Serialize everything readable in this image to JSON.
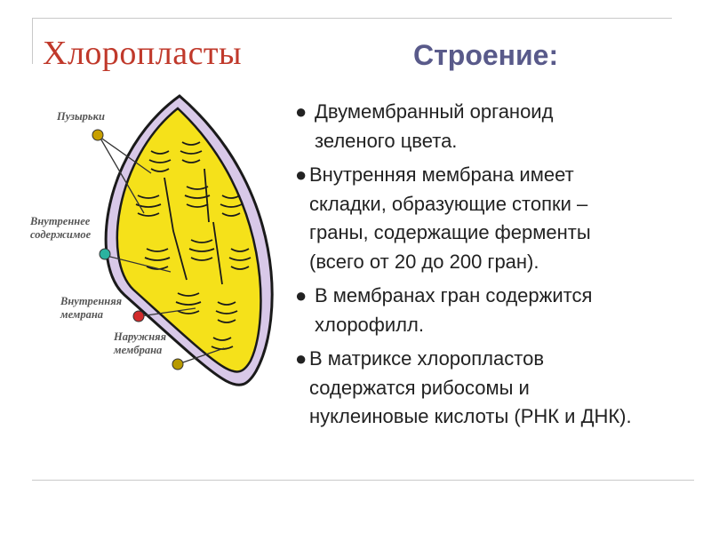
{
  "slide": {
    "title": "Хлоропласты",
    "subtitle": "Строение:"
  },
  "diagram": {
    "labels": {
      "vesicles": "Пузырьки",
      "inner_content_1": "Внутреннее",
      "inner_content_2": "содержимое",
      "inner_membrane_1": "Внутренняя",
      "inner_membrane_2": "мемрана",
      "outer_membrane_1": "Наружняя",
      "outer_membrane_2": "мембрана"
    },
    "colors": {
      "body": "#f5e11a",
      "outer_ring": "#d8c8e8",
      "stroke": "#1a1a1a",
      "pin_vesicles": "#c8a000",
      "pin_inner_content": "#2ab3a0",
      "pin_inner_membrane": "#d22b2b",
      "pin_outer_membrane": "#b89a00"
    }
  },
  "bullets": [
    {
      "dot": "●",
      "text_1": "Двумембранный органоид",
      "text_2": "зеленого цвета."
    },
    {
      "dot": "●",
      "text_1": "Внутренняя мембрана имеет",
      "text_2": "складки, образующие стопки –",
      "text_3": "граны, содержащие ферменты",
      "text_4": "(всего от 20 до 200 гран)."
    },
    {
      "dot": "●",
      "text_1": "В мембранах гран содержится",
      "text_2": "хлорофилл."
    },
    {
      "dot": "●",
      "text_1": "В матриксе хлоропластов",
      "text_2": "содержатся рибосомы и",
      "text_3": "нуклеиновые кислоты (РНК и ДНК)."
    }
  ]
}
